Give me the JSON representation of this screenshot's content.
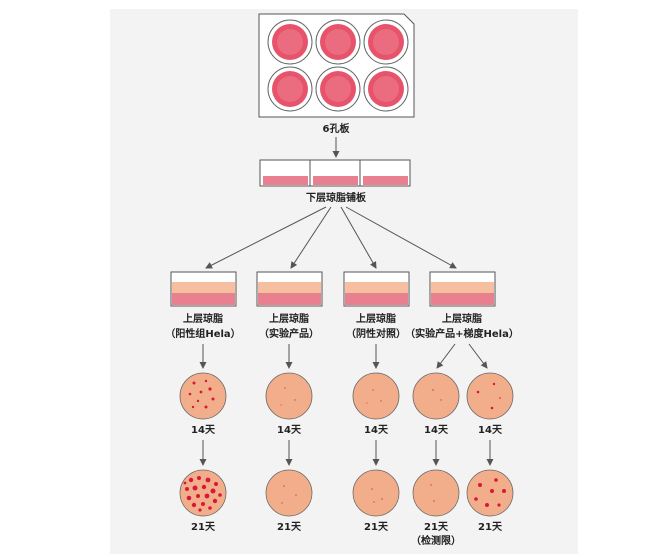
{
  "plate_label": "6孔板",
  "bottom_agar_label": "下层琼脂铺板",
  "columns": [
    {
      "top_line": "上层琼脂",
      "sub_line": "（阳性组Hela）",
      "day14": {
        "label": "14天",
        "colony_level": "many-small-red"
      },
      "day21": {
        "label": "21天",
        "colony_level": "dense-red"
      }
    },
    {
      "top_line": "上层琼脂",
      "sub_line": "（实验产品）",
      "day14": {
        "label": "14天",
        "colony_level": "sparse-faint"
      },
      "day21": {
        "label": "21天",
        "colony_level": "sparse-faint"
      }
    },
    {
      "top_line": "上层琼脂",
      "sub_line": "（阴性对照）",
      "day14": {
        "label": "14天",
        "colony_level": "sparse-faint"
      },
      "day21": {
        "label": "21天",
        "colony_level": "sparse-faint"
      }
    },
    {
      "top_line": "上层琼脂",
      "sub_line": "（实验产品+梯度Hela）",
      "branches": [
        {
          "day14": {
            "label": "14天",
            "colony_level": "sparse-faint"
          },
          "day21": {
            "label": "21天",
            "note": "（检测限）",
            "colony_level": "sparse-faint"
          }
        },
        {
          "day14": {
            "label": "14天",
            "colony_level": "few-red"
          },
          "day21": {
            "label": "21天",
            "colony_level": "several-red"
          }
        }
      ]
    }
  ],
  "colors": {
    "panel_bg": "#f3f3f3",
    "well_red": "#e6536a",
    "agar_pink": "#e8808f",
    "agar_peach": "#f5bfa0",
    "dish_fill": "#f2ae8b",
    "colony_red": "#d8183a"
  }
}
